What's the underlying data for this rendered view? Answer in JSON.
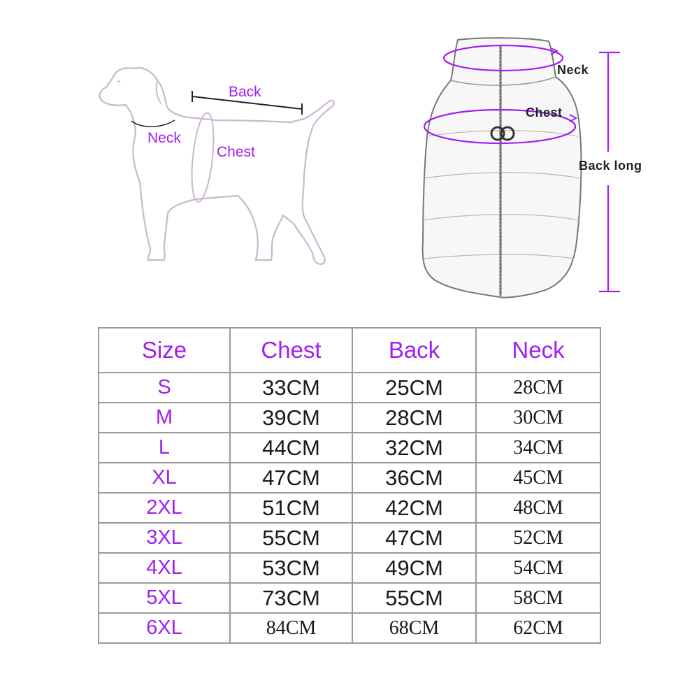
{
  "dog_labels": {
    "back": "Back",
    "neck": "Neck",
    "chest": "Chest"
  },
  "vest_labels": {
    "neck": "Neck",
    "chest": "Chest",
    "back_long": "Back long"
  },
  "colors": {
    "accent": "#a020f0",
    "text": "#1a1a1a",
    "grid": "#9a9a9a"
  },
  "table": {
    "headers": [
      "Size",
      "Chest",
      "Back",
      "Neck"
    ],
    "rows": [
      {
        "size": "S",
        "chest": "33CM",
        "back": "25CM",
        "neck": "28CM"
      },
      {
        "size": "M",
        "chest": "39CM",
        "back": "28CM",
        "neck": "30CM"
      },
      {
        "size": "L",
        "chest": "44CM",
        "back": "32CM",
        "neck": "34CM"
      },
      {
        "size": "XL",
        "chest": "47CM",
        "back": "36CM",
        "neck": "45CM"
      },
      {
        "size": "2XL",
        "chest": "51CM",
        "back": "42CM",
        "neck": "48CM"
      },
      {
        "size": "3XL",
        "chest": "55CM",
        "back": "47CM",
        "neck": "52CM"
      },
      {
        "size": "4XL",
        "chest": "53CM",
        "back": "49CM",
        "neck": "54CM"
      },
      {
        "size": "5XL",
        "chest": "73CM",
        "back": "55CM",
        "neck": "58CM"
      },
      {
        "size": "6XL",
        "chest": "84CM",
        "back": "68CM",
        "neck": "62CM"
      }
    ]
  }
}
